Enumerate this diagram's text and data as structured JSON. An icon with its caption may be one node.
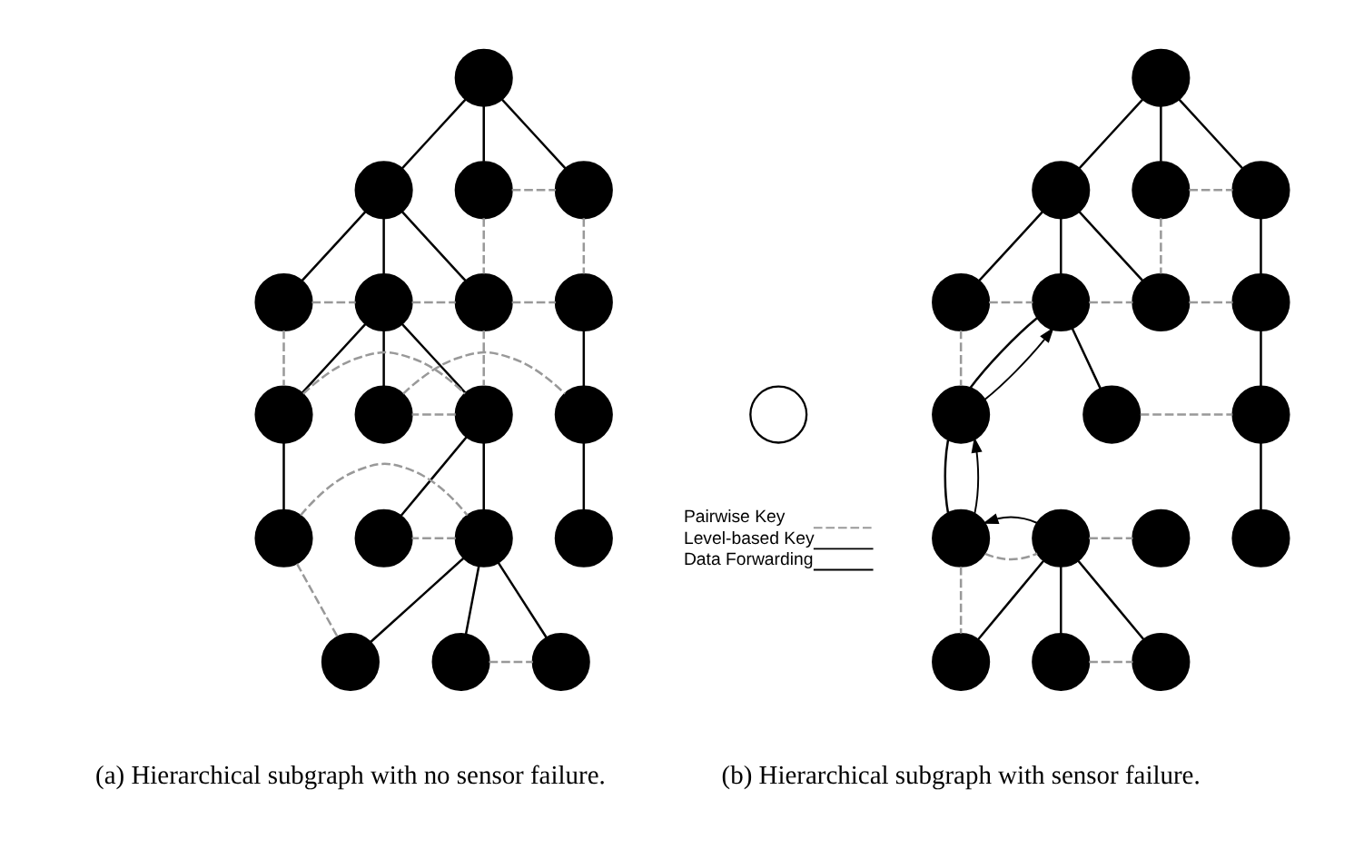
{
  "diagram": {
    "nodes": [
      {
        "text": [],
        "shape": "circle"
      },
      {
        "text": [],
        "shape": "circle"
      },
      {
        "text": [],
        "shape": "circle"
      },
      {
        "text": [],
        "shape": "circle"
      },
      {
        "text": [],
        "shape": "circle"
      },
      {
        "text": [],
        "shape": "circle"
      },
      {
        "text": [],
        "shape": "circle"
      },
      {
        "text": [],
        "shape": "circle"
      },
      {
        "text": [],
        "shape": "circle"
      },
      {
        "text": [],
        "shape": "circle"
      },
      {
        "text": [],
        "shape": "circle"
      },
      {
        "text": [],
        "shape": "circle"
      },
      {
        "text": [],
        "shape": "circle"
      },
      {
        "text": [],
        "shape": "circle"
      },
      {
        "text": [],
        "shape": "circle"
      },
      {
        "text": [],
        "shape": "circle"
      },
      {
        "text": [],
        "shape": "circle"
      },
      {
        "text": [],
        "shape": "circle"
      },
      {
        "text": [],
        "shape": "circle"
      },
      {
        "text": [],
        "shape": "circle"
      },
      {
        "text": [],
        "shape": "circle"
      },
      {
        "text": [],
        "shape": "circle"
      },
      {
        "text": [],
        "shape": "circle"
      },
      {
        "text": [],
        "shape": "circle"
      },
      {
        "text": [],
        "shape": "circle"
      },
      {
        "text": [],
        "shape": "circle"
      },
      {
        "text": [],
        "shape": "circle"
      },
      {
        "text": [],
        "shape": "circle"
      },
      {
        "text": [],
        "shape": "circle"
      },
      {
        "text": [],
        "shape": "circle"
      },
      {
        "text": [],
        "shape": "circle"
      },
      {
        "text": [],
        "shape": "circle"
      },
      {
        "text": [],
        "shape": "circle"
      },
      {
        "text": [],
        "shape": "circle"
      },
      {
        "text": [],
        "shape": "circle"
      },
      {
        "text": [],
        "shape": "circle"
      },
      {
        "text": [],
        "shape": "circle"
      },
      {
        "text": [],
        "shape": "circle"
      }
    ],
    "edges": [
      {
        "from": 0,
        "to": 1,
        "arrow": "none"
      },
      {
        "from": 0,
        "to": 2,
        "arrow": "none"
      },
      {
        "from": 0,
        "to": 3,
        "arrow": "none"
      },
      {
        "from": 2,
        "to": 3,
        "arrow": "none",
        "style": "dashed",
        "color": "#999999"
      },
      {
        "from": 1,
        "to": 4,
        "arrow": "none"
      },
      {
        "from": 1,
        "to": 5,
        "arrow": "none"
      },
      {
        "from": 1,
        "to": 6,
        "arrow": "none"
      },
      {
        "from": 2,
        "to": 6,
        "arrow": "none",
        "style": "dashed",
        "color": "#999999"
      },
      {
        "from": 3,
        "to": 7,
        "arrow": "none",
        "style": "dashed",
        "color": "#999999"
      },
      {
        "from": 4,
        "to": 5,
        "arrow": "none",
        "style": "dashed",
        "color": "#999999"
      },
      {
        "from": 5,
        "to": 6,
        "arrow": "none",
        "style": "dashed",
        "color": "#999999"
      },
      {
        "from": 6,
        "to": 7,
        "arrow": "none",
        "style": "dashed",
        "color": "#999999"
      },
      {
        "from": 4,
        "to": 8,
        "arrow": "none",
        "style": "dashed",
        "color": "#999999"
      },
      {
        "from": 5,
        "to": 8,
        "arrow": "none"
      },
      {
        "from": 5,
        "to": 9,
        "arrow": "none"
      },
      {
        "from": 5,
        "to": 10,
        "arrow": "none"
      },
      {
        "from": 6,
        "to": 9,
        "arrow": "none",
        "style": "dashed",
        "color": "#999999"
      },
      {
        "from": 7,
        "to": 11,
        "arrow": "none"
      },
      {
        "from": 8,
        "to": 9,
        "arrow": "none",
        "style": "dashed",
        "color": "#999999"
      },
      {
        "from": 9,
        "to": 10,
        "arrow": "none",
        "style": "dashed",
        "color": "#999999"
      },
      {
        "from": 10,
        "to": 11,
        "arrow": "none",
        "style": "dashed",
        "color": "#999999"
      },
      {
        "from": 8,
        "to": 12,
        "arrow": "none"
      },
      {
        "from": 9,
        "to": 13,
        "arrow": "none"
      },
      {
        "from": 9,
        "to": 14,
        "arrow": "none"
      },
      {
        "from": 11,
        "to": 15,
        "arrow": "none"
      },
      {
        "from": 12,
        "to": 13,
        "arrow": "none",
        "style": "dashed",
        "color": "#999999"
      },
      {
        "from": 13,
        "to": 14,
        "arrow": "none",
        "style": "dashed",
        "color": "#999999"
      },
      {
        "from": 12,
        "to": 16,
        "arrow": "none",
        "style": "dashed",
        "color": "#999999"
      },
      {
        "from": 13,
        "to": 16,
        "arrow": "none"
      },
      {
        "from": 13,
        "to": 17,
        "arrow": "none"
      },
      {
        "from": 13,
        "to": 18,
        "arrow": "none"
      },
      {
        "from": 17,
        "to": 18,
        "arrow": "none",
        "style": "dashed",
        "color": "#999999"
      },
      {
        "from": 19,
        "to": 20,
        "arrow": "none"
      },
      {
        "from": 19,
        "to": 21,
        "arrow": "none"
      },
      {
        "from": 19,
        "to": 22,
        "arrow": "none"
      },
      {
        "from": 21,
        "to": 22,
        "arrow": "none",
        "style": "dashed",
        "color": "#999999"
      },
      {
        "from": 20,
        "to": 23,
        "arrow": "none"
      },
      {
        "from": 20,
        "to": 24,
        "arrow": "none"
      },
      {
        "from": 20,
        "to": 25,
        "arrow": "none"
      },
      {
        "from": 21,
        "to": 25,
        "arrow": "none",
        "style": "dashed",
        "color": "#999999"
      },
      {
        "from": 22,
        "to": 26,
        "arrow": "none"
      },
      {
        "from": 23,
        "to": 24,
        "arrow": "none",
        "style": "dashed",
        "color": "#999999"
      },
      {
        "from": 24,
        "to": 25,
        "arrow": "none",
        "style": "dashed",
        "color": "#999999"
      },
      {
        "from": 25,
        "to": 26,
        "arrow": "none",
        "style": "dashed",
        "color": "#999999"
      },
      {
        "from": 23,
        "to": 27,
        "arrow": "none",
        "style": "dashed",
        "color": "#999999"
      },
      {
        "from": 24,
        "to": 27,
        "arrow": "none"
      },
      {
        "from": 24,
        "to": 29,
        "arrow": "none"
      },
      {
        "from": 26,
        "to": 30,
        "arrow": "none"
      },
      {
        "from": 29,
        "to": 30,
        "arrow": "none",
        "style": "dashed",
        "color": "#999999"
      },
      {
        "from": 27,
        "to": 31,
        "arrow": "none"
      },
      {
        "from": 30,
        "to": 34,
        "arrow": "none"
      },
      {
        "from": 31,
        "to": 32,
        "arrow": "none",
        "style": "dashed",
        "color": "#999999"
      },
      {
        "from": 32,
        "to": 33,
        "arrow": "none",
        "style": "dashed",
        "color": "#999999"
      },
      {
        "from": 31,
        "to": 35,
        "arrow": "none",
        "style": "dashed",
        "color": "#999999"
      },
      {
        "from": 32,
        "to": 35,
        "arrow": "none"
      },
      {
        "from": 32,
        "to": 36,
        "arrow": "none"
      },
      {
        "from": 32,
        "to": 37,
        "arrow": "none"
      },
      {
        "from": 36,
        "to": 37,
        "arrow": "none",
        "style": "dashed",
        "color": "#999999"
      },
      {
        "from": 32,
        "to": 31,
        "arrow": "to"
      },
      {
        "from": 31,
        "to": 27,
        "arrow": "to"
      },
      {
        "from": 27,
        "to": 24,
        "arrow": "to"
      }
    ],
    "labels": [
      "(a) Hierarchical subgraph with no sensor failure.",
      "(b) Hierarchical subgraph with sensor failure."
    ],
    "legend": [
      {
        "text": "Pairwise Key"
      },
      {
        "text": "Level-based Key"
      },
      {
        "text": "Data Forwarding"
      }
    ]
  }
}
